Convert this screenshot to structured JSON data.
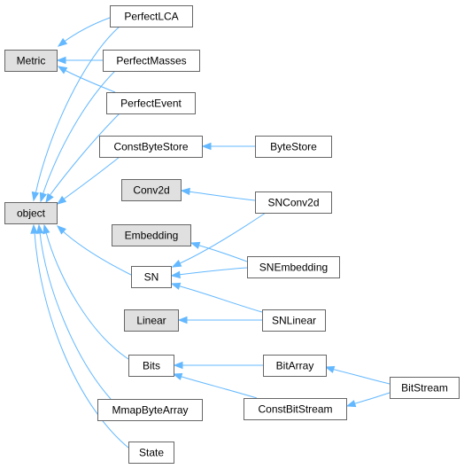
{
  "diagram": {
    "colors": {
      "edge": "#63b8ff",
      "external_fill": "#e0e0e0",
      "node_fill": "#ffffff",
      "node_border": "#666666",
      "text": "#000000"
    },
    "nodes": [
      {
        "id": "Metric",
        "label": "Metric",
        "external": true
      },
      {
        "id": "object",
        "label": "object",
        "external": true
      },
      {
        "id": "PerfectLCA",
        "label": "PerfectLCA",
        "external": false
      },
      {
        "id": "PerfectMasses",
        "label": "PerfectMasses",
        "external": false
      },
      {
        "id": "PerfectEvent",
        "label": "PerfectEvent",
        "external": false
      },
      {
        "id": "ConstByteStore",
        "label": "ConstByteStore",
        "external": false
      },
      {
        "id": "ByteStore",
        "label": "ByteStore",
        "external": false
      },
      {
        "id": "Conv2d",
        "label": "Conv2d",
        "external": true
      },
      {
        "id": "SNConv2d",
        "label": "SNConv2d",
        "external": false
      },
      {
        "id": "Embedding",
        "label": "Embedding",
        "external": true
      },
      {
        "id": "SNEmbedding",
        "label": "SNEmbedding",
        "external": false
      },
      {
        "id": "SN",
        "label": "SN",
        "external": false
      },
      {
        "id": "Linear",
        "label": "Linear",
        "external": true
      },
      {
        "id": "SNLinear",
        "label": "SNLinear",
        "external": false
      },
      {
        "id": "Bits",
        "label": "Bits",
        "external": false
      },
      {
        "id": "BitArray",
        "label": "BitArray",
        "external": false
      },
      {
        "id": "BitStream",
        "label": "BitStream",
        "external": false
      },
      {
        "id": "ConstBitStream",
        "label": "ConstBitStream",
        "external": false
      },
      {
        "id": "MmapByteArray",
        "label": "MmapByteArray",
        "external": false
      },
      {
        "id": "State",
        "label": "State",
        "external": false
      }
    ],
    "edges": [
      {
        "from": "PerfectLCA",
        "to": "Metric"
      },
      {
        "from": "PerfectMasses",
        "to": "Metric"
      },
      {
        "from": "PerfectEvent",
        "to": "Metric"
      },
      {
        "from": "PerfectLCA",
        "to": "object"
      },
      {
        "from": "PerfectMasses",
        "to": "object"
      },
      {
        "from": "PerfectEvent",
        "to": "object"
      },
      {
        "from": "ConstByteStore",
        "to": "object"
      },
      {
        "from": "SN",
        "to": "object"
      },
      {
        "from": "Bits",
        "to": "object"
      },
      {
        "from": "MmapByteArray",
        "to": "object"
      },
      {
        "from": "State",
        "to": "object"
      },
      {
        "from": "ByteStore",
        "to": "ConstByteStore"
      },
      {
        "from": "SNConv2d",
        "to": "Conv2d"
      },
      {
        "from": "SNConv2d",
        "to": "SN"
      },
      {
        "from": "SNEmbedding",
        "to": "Embedding"
      },
      {
        "from": "SNEmbedding",
        "to": "SN"
      },
      {
        "from": "SNLinear",
        "to": "SN"
      },
      {
        "from": "SNLinear",
        "to": "Linear"
      },
      {
        "from": "BitArray",
        "to": "Bits"
      },
      {
        "from": "ConstBitStream",
        "to": "Bits"
      },
      {
        "from": "BitStream",
        "to": "BitArray"
      },
      {
        "from": "BitStream",
        "to": "ConstBitStream"
      }
    ]
  }
}
